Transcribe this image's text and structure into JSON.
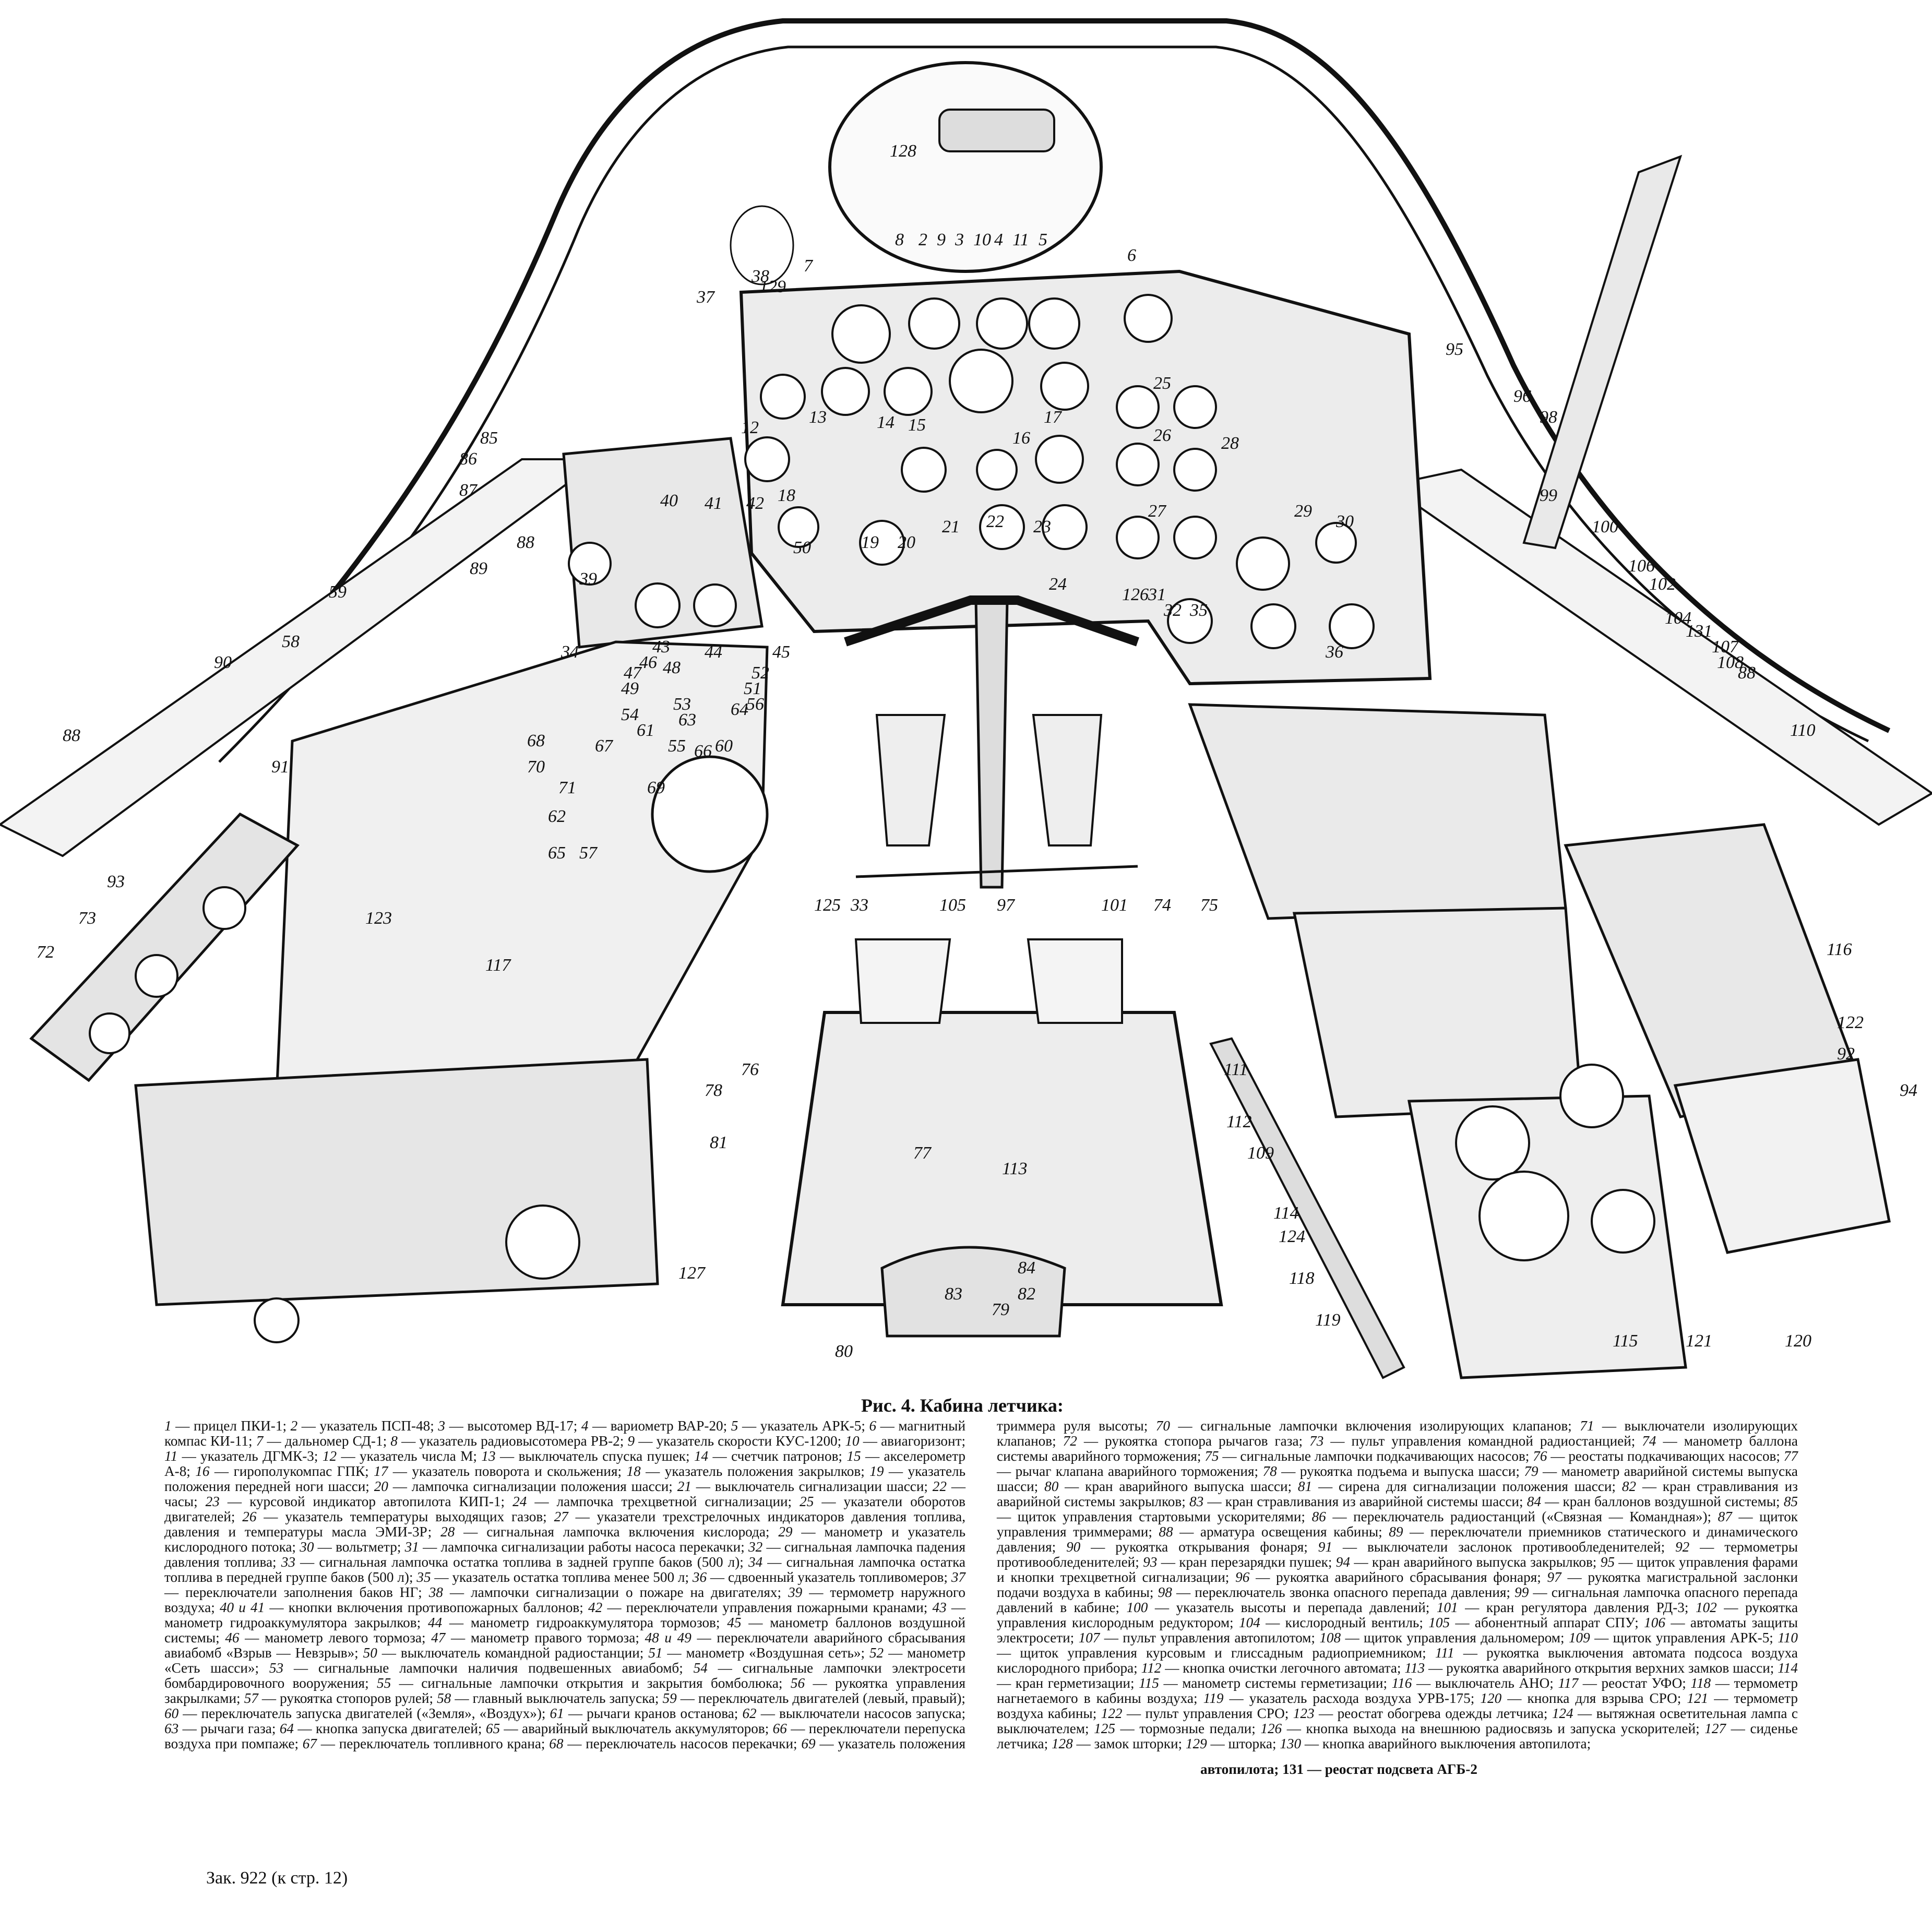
{
  "caption_title": "Рис. 4. Кабина летчика:",
  "order_note": "Зак. 922 (к стр. 12)",
  "legend_tail": "автопилота; 131 — реостат подсвета АГБ-2",
  "legend": [
    {
      "n": "1",
      "t": "прицел ПКИ-1"
    },
    {
      "n": "2",
      "t": "указатель ПСП-48"
    },
    {
      "n": "3",
      "t": "высотомер ВД-17"
    },
    {
      "n": "4",
      "t": "вариометр ВАР-20"
    },
    {
      "n": "5",
      "t": "указатель АРК-5"
    },
    {
      "n": "6",
      "t": "магнитный компас КИ-11"
    },
    {
      "n": "7",
      "t": "дальномер СД-1"
    },
    {
      "n": "8",
      "t": "указатель радиовысотомера РВ-2"
    },
    {
      "n": "9",
      "t": "указатель скорости КУС-1200"
    },
    {
      "n": "10",
      "t": "авиагоризонт"
    },
    {
      "n": "11",
      "t": "указатель ДГМК-3"
    },
    {
      "n": "12",
      "t": "указатель числа М"
    },
    {
      "n": "13",
      "t": "выключатель спуска пушек"
    },
    {
      "n": "14",
      "t": "счетчик патронов"
    },
    {
      "n": "15",
      "t": "акселерометр А-8"
    },
    {
      "n": "16",
      "t": "гирополукомпас ГПК"
    },
    {
      "n": "17",
      "t": "указатель поворота и скольжения"
    },
    {
      "n": "18",
      "t": "указатель положения закрылков"
    },
    {
      "n": "19",
      "t": "указатель положения передней ноги шасси"
    },
    {
      "n": "20",
      "t": "лампочка сигнализации положения шасси"
    },
    {
      "n": "21",
      "t": "выключатель сигнализации шасси"
    },
    {
      "n": "22",
      "t": "часы"
    },
    {
      "n": "23",
      "t": "курсовой индикатор автопилота КИП-1"
    },
    {
      "n": "24",
      "t": "лампочка трехцветной сигнализации"
    },
    {
      "n": "25",
      "t": "указатели оборотов двигателей"
    },
    {
      "n": "26",
      "t": "указатель температуры выходящих газов"
    },
    {
      "n": "27",
      "t": "указатели трехстрелочных индикаторов давления топлива, давления и температуры масла ЭМИ-3Р"
    },
    {
      "n": "28",
      "t": "сигнальная лампочка включения кислорода"
    },
    {
      "n": "29",
      "t": "манометр и указатель кислородного потока"
    },
    {
      "n": "30",
      "t": "вольтметр"
    },
    {
      "n": "31",
      "t": "лампочка сигнализации работы насоса перекачки"
    },
    {
      "n": "32",
      "t": "сигнальная лампочка падения давления топлива"
    },
    {
      "n": "33",
      "t": "сигнальная лампочка остатка топлива в задней группе баков (500 л)"
    },
    {
      "n": "34",
      "t": "сигнальная лампочка остатка топлива в передней группе баков (500 л)"
    },
    {
      "n": "35",
      "t": "указатель остатка топлива менее 500 л"
    },
    {
      "n": "36",
      "t": "сдвоенный указатель топливомеров"
    },
    {
      "n": "37",
      "t": "переключатели заполнения баков НГ"
    },
    {
      "n": "38",
      "t": "лампочки сигнализации о пожаре на двигателях"
    },
    {
      "n": "39",
      "t": "термометр наружного воздуха"
    },
    {
      "n": "40 и 41",
      "t": "кнопки включения противопожарных баллонов"
    },
    {
      "n": "42",
      "t": "переключатели управления пожарными кранами"
    },
    {
      "n": "43",
      "t": "манометр гидроаккумулятора закрылков"
    },
    {
      "n": "44",
      "t": "манометр гидроаккумулятора тормозов"
    },
    {
      "n": "45",
      "t": "манометр баллонов воздушной системы"
    },
    {
      "n": "46",
      "t": "манометр левого тормоза"
    },
    {
      "n": "47",
      "t": "манометр правого тормоза"
    },
    {
      "n": "48 и 49",
      "t": "переключатели аварийного сбрасывания авиабомб «Взрыв — Невзрыв»"
    },
    {
      "n": "50",
      "t": "выключатель командной радиостанции"
    },
    {
      "n": "51",
      "t": "манометр «Воздушная сеть»"
    },
    {
      "n": "52",
      "t": "манометр «Сеть шасси»"
    },
    {
      "n": "53",
      "t": "сигнальные лампочки наличия подвешенных авиабомб"
    },
    {
      "n": "54",
      "t": "сигнальные лампочки электросети бомбардировочного вооружения"
    },
    {
      "n": "55",
      "t": "сигнальные лампочки открытия и закрытия бомболюка"
    },
    {
      "n": "56",
      "t": "рукоятка управления закрылками"
    },
    {
      "n": "57",
      "t": "рукоятка стопоров рулей"
    },
    {
      "n": "58",
      "t": "главный выключатель запуска"
    },
    {
      "n": "59",
      "t": "переключатель двигателей (левый, правый)"
    },
    {
      "n": "60",
      "t": "переключатель запуска двигателей («Земля», «Воздух»)"
    },
    {
      "n": "61",
      "t": "рычаги кранов останова"
    },
    {
      "n": "62",
      "t": "выключатели насосов запуска"
    },
    {
      "n": "63",
      "t": "рычаги газа"
    },
    {
      "n": "64",
      "t": "кнопка запуска двигателей"
    },
    {
      "n": "65",
      "t": "аварийный выключатель аккумуляторов"
    },
    {
      "n": "66",
      "t": "переключатели перепуска воздуха при помпаже"
    },
    {
      "n": "67",
      "t": "переключатель топливного крана"
    },
    {
      "n": "68",
      "t": "переключатель насосов перекачки"
    },
    {
      "n": "69",
      "t": "указатель положения триммера руля высоты"
    },
    {
      "n": "70",
      "t": "сигнальные лампочки включения изолирующих клапанов"
    },
    {
      "n": "71",
      "t": "выключатели изолирующих клапанов"
    },
    {
      "n": "72",
      "t": "рукоятка стопора рычагов газа"
    },
    {
      "n": "73",
      "t": "пульт управления командной радиостанцией"
    },
    {
      "n": "74",
      "t": "манометр баллона системы аварийного торможения"
    },
    {
      "n": "75",
      "t": "сигнальные лампочки подкачивающих насосов"
    },
    {
      "n": "76",
      "t": "реостаты подкачивающих насосов"
    },
    {
      "n": "77",
      "t": "рычаг клапана аварийного торможения"
    },
    {
      "n": "78",
      "t": "рукоятка подъема и выпуска шасси"
    },
    {
      "n": "79",
      "t": "манометр аварийной системы выпуска шасси"
    },
    {
      "n": "80",
      "t": "кран аварийного выпуска шасси"
    },
    {
      "n": "81",
      "t": "сирена для сигнализации положения шасси"
    },
    {
      "n": "82",
      "t": "кран стравливания из аварийной системы закрылков"
    },
    {
      "n": "83",
      "t": "кран стравливания из аварийной системы шасси"
    },
    {
      "n": "84",
      "t": "кран баллонов воздушной системы"
    },
    {
      "n": "85",
      "t": "щиток управления стартовыми ускорителями"
    },
    {
      "n": "86",
      "t": "переключатель радиостанций («Связная — Командная»)"
    },
    {
      "n": "87",
      "t": "щиток управления триммерами"
    },
    {
      "n": "88",
      "t": "арматура освещения кабины"
    },
    {
      "n": "89",
      "t": "переключатели приемников статического и динамического давления"
    },
    {
      "n": "90",
      "t": "рукоятка открывания фонаря"
    },
    {
      "n": "91",
      "t": "выключатели заслонок противообледенителей"
    },
    {
      "n": "92",
      "t": "термометры противообледенителей"
    },
    {
      "n": "93",
      "t": "кран перезарядки пушек"
    },
    {
      "n": "94",
      "t": "кран аварийного выпуска закрылков"
    },
    {
      "n": "95",
      "t": "щиток управления фарами и кнопки трехцветной сигнализации"
    },
    {
      "n": "96",
      "t": "рукоятка аварийного сбрасывания фонаря"
    },
    {
      "n": "97",
      "t": "рукоятка магистральной заслонки подачи воздуха в кабины"
    },
    {
      "n": "98",
      "t": "переключатель звонка опасного перепада давления"
    },
    {
      "n": "99",
      "t": "сигнальная лампочка опасного перепада давлений в кабине"
    },
    {
      "n": "100",
      "t": "указатель высоты и перепада давлений"
    },
    {
      "n": "101",
      "t": "кран регулятора давления РД-3"
    },
    {
      "n": "102",
      "t": "рукоятка управления кислородным редуктором"
    },
    {
      "n": "104",
      "t": "кислородный вентиль"
    },
    {
      "n": "105",
      "t": "абонентный аппарат СПУ"
    },
    {
      "n": "106",
      "t": "автоматы защиты электросети"
    },
    {
      "n": "107",
      "t": "пульт управления автопилотом"
    },
    {
      "n": "108",
      "t": "щиток управления дальномером"
    },
    {
      "n": "109",
      "t": "щиток управления АРК-5"
    },
    {
      "n": "110",
      "t": "щиток управления курсовым и глиссадным радиоприемником"
    },
    {
      "n": "111",
      "t": "рукоятка выключения автомата подсоса воздуха кислородного прибора"
    },
    {
      "n": "112",
      "t": "кнопка очистки легочного автомата"
    },
    {
      "n": "113",
      "t": "рукоятка аварийного открытия верхних замков шасси"
    },
    {
      "n": "114",
      "t": "кран герметизации"
    },
    {
      "n": "115",
      "t": "манометр системы герметизации"
    },
    {
      "n": "116",
      "t": "выключатель АНО"
    },
    {
      "n": "117",
      "t": "реостат УФО"
    },
    {
      "n": "118",
      "t": "термометр нагнетаемого в кабины воздуха"
    },
    {
      "n": "119",
      "t": "указатель расхода воздуха УРВ-175"
    },
    {
      "n": "120",
      "t": "кнопка для взрыва СРО"
    },
    {
      "n": "121",
      "t": "термометр воздуха кабины"
    },
    {
      "n": "122",
      "t": "пульт управления СРО"
    },
    {
      "n": "123",
      "t": "реостат обогрева одежды летчика"
    },
    {
      "n": "124",
      "t": "вытяжная осветительная лампа с выключателем"
    },
    {
      "n": "125",
      "t": "тормозные педали"
    },
    {
      "n": "126",
      "t": "кнопка выхода на внешнюю радиосвязь и запуска ускорителей"
    },
    {
      "n": "127",
      "t": "сиденье летчика"
    },
    {
      "n": "128",
      "t": "замок шторки"
    },
    {
      "n": "129",
      "t": "шторка"
    },
    {
      "n": "130",
      "t": "кнопка аварийного выключения автопилота"
    }
  ],
  "callouts": [
    "128",
    "8",
    "2",
    "9",
    "3",
    "10",
    "4",
    "11",
    "5",
    "6",
    "7",
    "129",
    "38",
    "37",
    "95",
    "96",
    "98",
    "25",
    "13",
    "14",
    "15",
    "12",
    "16",
    "17",
    "26",
    "28",
    "40",
    "41",
    "42",
    "18",
    "19",
    "20",
    "21",
    "22",
    "23",
    "24",
    "27",
    "29",
    "30",
    "99",
    "100",
    "106",
    "102",
    "104",
    "131",
    "107",
    "108",
    "88",
    "110",
    "85",
    "86",
    "87",
    "88",
    "89",
    "59",
    "58",
    "90",
    "91",
    "88",
    "39",
    "43",
    "44",
    "45",
    "50",
    "126",
    "31",
    "32",
    "35",
    "36",
    "34",
    "46",
    "47",
    "48",
    "49",
    "52",
    "51",
    "56",
    "53",
    "54",
    "55",
    "60",
    "63",
    "61",
    "64",
    "66",
    "67",
    "69",
    "68",
    "70",
    "71",
    "62",
    "65",
    "57",
    "125",
    "33",
    "105",
    "97",
    "101",
    "74",
    "75",
    "123",
    "117",
    "116",
    "122",
    "92",
    "94",
    "93",
    "73",
    "72",
    "76",
    "78",
    "81",
    "77",
    "83",
    "82",
    "84",
    "79",
    "80",
    "127",
    "113",
    "111",
    "112",
    "109",
    "114",
    "124",
    "118",
    "119",
    "115",
    "121",
    "120"
  ]
}
